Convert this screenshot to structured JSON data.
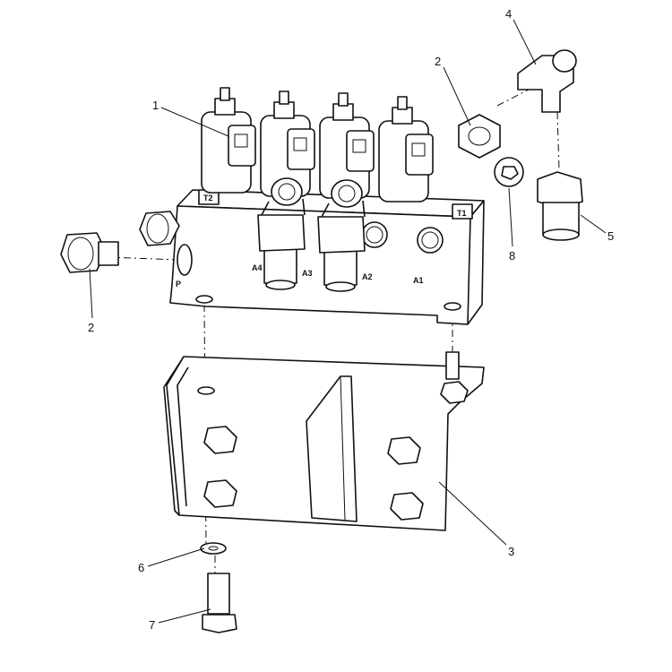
{
  "diagram": {
    "callouts": [
      "1",
      "2",
      "4",
      "2",
      "5",
      "8",
      "3",
      "6",
      "7"
    ],
    "ports": [
      "T2",
      "T1",
      "A4",
      "A3",
      "A2",
      "A1",
      "P"
    ],
    "line_color": "#111111",
    "background": "#ffffff"
  }
}
